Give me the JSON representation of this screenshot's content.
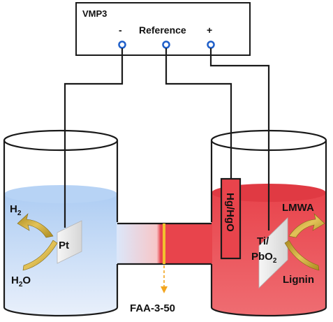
{
  "potentiostat": {
    "name": "VMP3",
    "minus": "-",
    "reference": "Reference",
    "plus": "+"
  },
  "cathode": {
    "electrode": "Pt",
    "product_base": "H",
    "product_sub": "2",
    "reactant_left": "H",
    "reactant_sub": "2",
    "reactant_right": "O"
  },
  "anode": {
    "electrode_line1": "Ti/",
    "electrode_line2_base": "PbO",
    "electrode_line2_sub": "2",
    "product": "LMWA",
    "reactant": "Lignin"
  },
  "reference_electrode": "Hg/HgO",
  "membrane": "FAA-3-50",
  "colors": {
    "catholyte_top": "#aecdf3",
    "catholyte_bottom": "#e9f0fb",
    "anolyte_top": "#e8444c",
    "anolyte_bottom": "#f07a7f",
    "membrane": "#f2c12e",
    "terminal": "#1f5fc9",
    "arrow": "#c9a432"
  }
}
